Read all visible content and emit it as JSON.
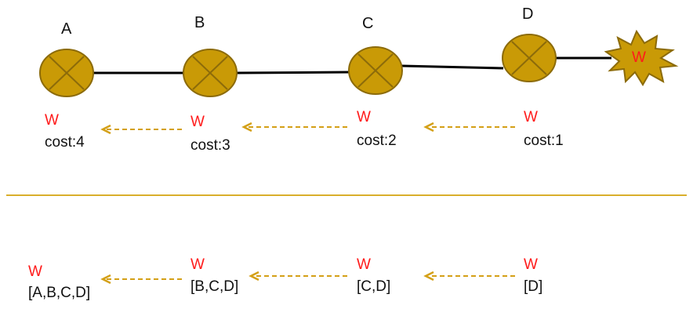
{
  "colors": {
    "node_fill": "#C99A06",
    "node_stroke": "#8C6B0A",
    "link": "#000000",
    "arrow": "#D4A017",
    "divider": "#D9AE2C",
    "worm_text": "#FF1A1A",
    "text": "#111111"
  },
  "nodes": [
    {
      "id": "A",
      "label": "A"
    },
    {
      "id": "B",
      "label": "B"
    },
    {
      "id": "C",
      "label": "C"
    },
    {
      "id": "D",
      "label": "D"
    }
  ],
  "source": {
    "label": "W",
    "shape": "explosion"
  },
  "top_row": [
    {
      "marker": "W",
      "text": "cost:4"
    },
    {
      "marker": "W",
      "text": "cost:3"
    },
    {
      "marker": "W",
      "text": "cost:2"
    },
    {
      "marker": "W",
      "text": "cost:1"
    }
  ],
  "bottom_row": [
    {
      "marker": "W",
      "text": "[A,B,C,D]"
    },
    {
      "marker": "W",
      "text": "[B,C,D]"
    },
    {
      "marker": "W",
      "text": "[C,D]"
    },
    {
      "marker": "W",
      "text": "[D]"
    }
  ]
}
